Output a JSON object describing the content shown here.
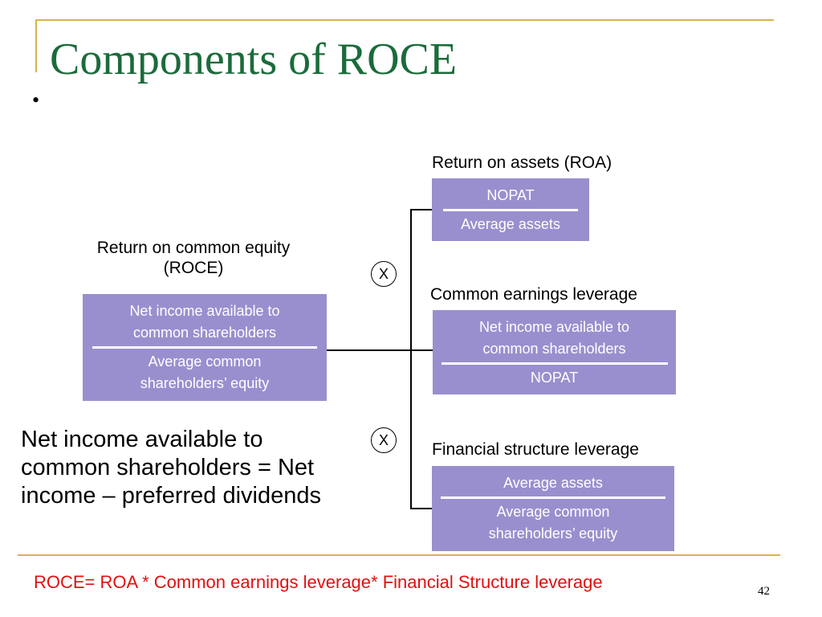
{
  "slide": {
    "title": "Components of ROCE",
    "bullet": "•",
    "page_number": "42"
  },
  "roce": {
    "label": "Return on common equity (ROCE)",
    "numerator": "Net income available to common shareholders",
    "denominator": "Average common shareholders’ equity"
  },
  "roa": {
    "label": "Return on assets (ROA)",
    "numerator": "NOPAT",
    "denominator": "Average assets"
  },
  "cel": {
    "label": "Common earnings leverage",
    "numerator": "Net income available to common shareholders",
    "denominator": "NOPAT"
  },
  "fsl": {
    "label": "Financial structure leverage",
    "numerator": "Average assets",
    "denominator": "Average common shareholders’ equity"
  },
  "operators": [
    "X",
    "X"
  ],
  "note": "Net income available to common shareholders = Net income – preferred dividends",
  "formula": "ROCE= ROA * Common earnings leverage* Financial Structure leverage",
  "colors": {
    "title": "#1b6b3b",
    "frame": "#d8b34c",
    "box_fill": "#9a8fce",
    "box_text": "#ffffff",
    "formula": "#e01010"
  }
}
